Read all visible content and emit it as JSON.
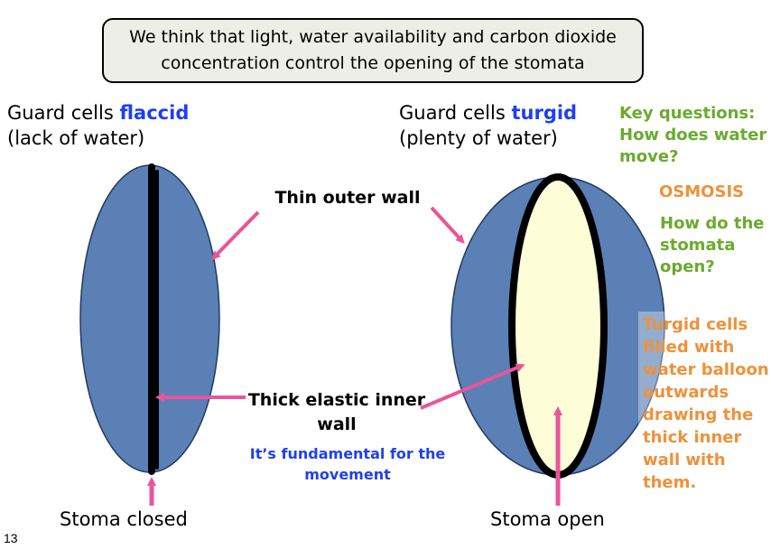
{
  "hypothesis": "We think that light, water availability and carbon dioxide concentration control the opening of the stomata",
  "left": {
    "title_prefix": "Guard cells ",
    "title_keyword": "flaccid",
    "subtitle": "(lack of water)",
    "caption": "Stoma closed"
  },
  "right": {
    "title_prefix": "Guard cells ",
    "title_keyword": "turgid",
    "subtitle": "(plenty of water)",
    "caption": "Stoma open"
  },
  "labels": {
    "outer_wall": "Thin outer wall",
    "inner_wall_line1": "Thick elastic inner",
    "inner_wall_line2": "wall",
    "fundamental_line1": "It’s fundamental for the",
    "fundamental_line2": "movement"
  },
  "questions": {
    "q1_line1": "Key questions:",
    "q1_line2": "How does water",
    "q1_line3": "move?",
    "answer": "OSMOSIS",
    "q2_line1": "How do the",
    "q2_line2": "stomata",
    "q2_line3": "open?"
  },
  "explanation": [
    "Turgid cells",
    "filled with",
    "water balloon",
    "outwards",
    "drawing the",
    "thick inner",
    "wall with",
    "them."
  ],
  "slide_number": "13",
  "colors": {
    "cell_fill": "#5a80b5",
    "pore_fill": "#fdfdd8",
    "arrow": "#e9559a",
    "keyword_blue": "#1f3ff2",
    "green": "#6aab2e",
    "orange": "#ef913a"
  }
}
